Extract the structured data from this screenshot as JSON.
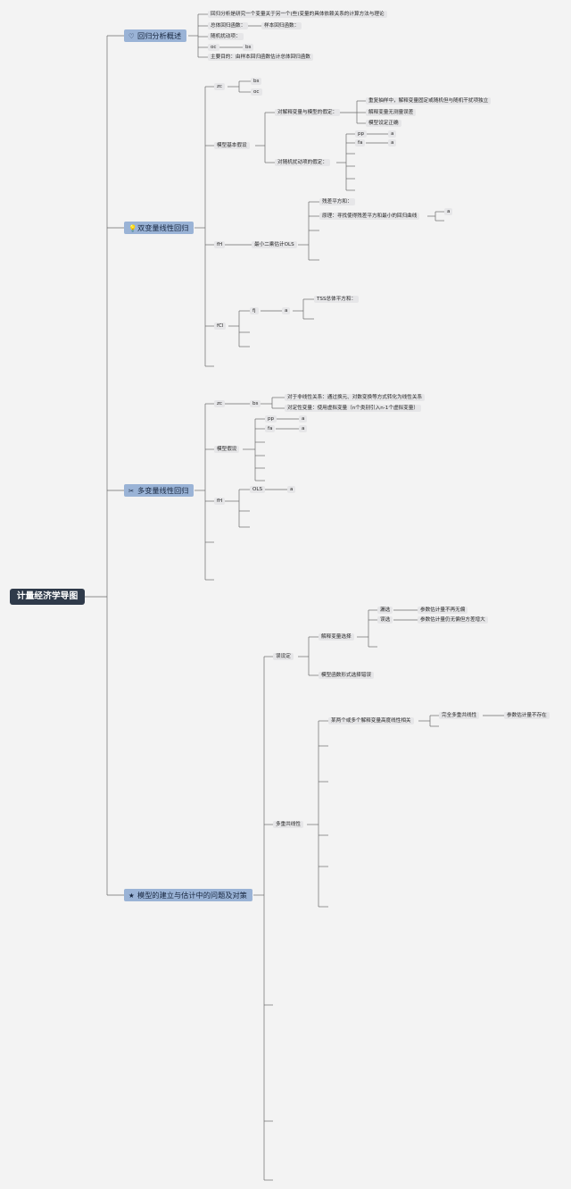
{
  "root": {
    "label": "计量经济学导图"
  },
  "branches": [
    {
      "icon": "heart-icon",
      "icon_color": "#d63c3c",
      "label": "回归分析概述"
    },
    {
      "icon": "lightbulb-icon",
      "icon_color": "#e6b800",
      "label": "双变量线性回归"
    },
    {
      "icon": "tools-icon",
      "icon_color": "#555555",
      "label": "多变量线性回归"
    },
    {
      "icon": "star-icon",
      "icon_color": "#e8782a",
      "label": "模型的建立与估计中的问题及对策"
    }
  ],
  "overview": {
    "definition": "回归分析是研究一个变量关于另一个(些)变量的具体依赖关系的计算方法与理论",
    "population_function": "总体回归函数：",
    "sample_function": "样本回归函数：",
    "disturbance": "随机扰动项：",
    "abbr_a": "oc",
    "abbr_b": "bs",
    "main_purpose": "主要目的：由样本回归函数估计总体回归函数"
  },
  "bivariate": {
    "n1": "zc",
    "n1_a": "bs",
    "n1_b": "oc",
    "assumptions": "模型基本假设",
    "explanatory_assumption": "对解释变量与模型的假定：",
    "ea1": "重复抽样中，解释变量固定或随机但与随机干扰项独立",
    "ea2": "解释变量无测量误差",
    "ea3": "模型设定正确",
    "disturbance_assumption": "对随机扰动项的假定：",
    "da1": "pp",
    "da2": "fa",
    "da_a": "a",
    "n2": "fH",
    "ols": "最小二乘估计OLS",
    "residual_ss": "残差平方和：",
    "principle": "原理：寻找使得残差平方和最小的回归曲线",
    "principle_a": "a",
    "n3": "fCl",
    "fj": "fj",
    "fj_a": "a",
    "tss": "TSS总体平方和："
  },
  "multivariate": {
    "n1": "zc",
    "n1_a": "bs",
    "nonlinear": "对于非线性关系：通过换元、对数变换等方式转化为线性关系",
    "qualitative": "对定性变量：使用虚拟变量（n个类别引入n-1个虚拟变量）",
    "assumption": "模型假设",
    "pp": "pp",
    "fa": "fa",
    "a": "a",
    "n2": "fH",
    "ols": "OLS",
    "ols_a": "a"
  },
  "problems": {
    "misspec": "误设定",
    "var_select": "解释变量选择",
    "omitted": "漏选",
    "omitted_result": "参数估计量不再无偏",
    "extra": "误选",
    "extra_result": "参数估计量仍无偏但方差增大",
    "func_form": "模型函数形式选择错误",
    "multicol": "多重共线性",
    "mc_def": "某两个或多个解释变量高度线性相关",
    "perfect": "完全多重共线性",
    "perfect_result": "参数估计量不存在"
  }
}
